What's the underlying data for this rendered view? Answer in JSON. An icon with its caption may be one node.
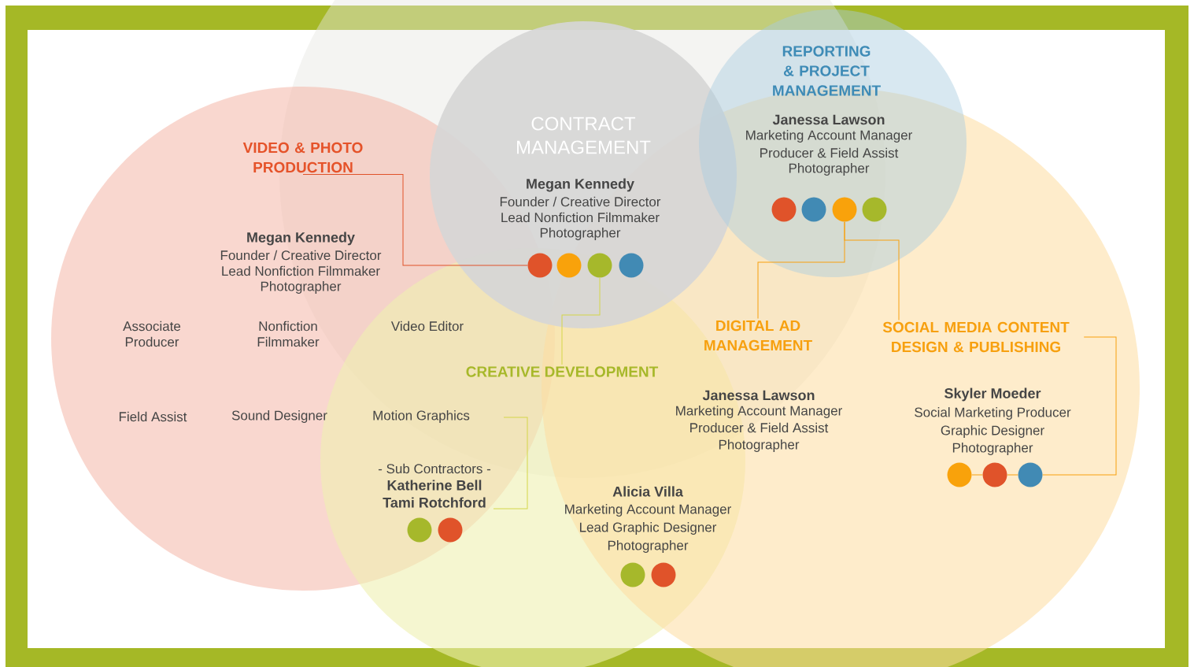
{
  "diagram": {
    "nodes": [
      {
        "text": [
          "REPORTING & PROJECT MANAGEMENT"
        ]
      },
      {
        "text": [
          "CONTRACT MANAGEMENT"
        ]
      },
      {
        "text": [
          "VIDEO & PHOTO PRODUCTION"
        ]
      },
      {
        "text": [],
        "shape": "circle"
      },
      {
        "text": [],
        "shape": "circle"
      },
      {
        "text": [],
        "shape": "circle"
      },
      {
        "text": [],
        "shape": "circle"
      },
      {
        "text": [],
        "shape": "circle"
      },
      {
        "text": [],
        "shape": "circle"
      },
      {
        "text": [],
        "shape": "circle"
      },
      {
        "text": [],
        "shape": "circle"
      },
      {
        "text": [
          "DIGITAL AD MANAGEMENT"
        ]
      },
      {
        "text": [
          "SOCIAL MEDIA CONTENT DESIGN & PUBLISHING"
        ]
      },
      {
        "text": [
          "CREATIVE DEVELOPMENT"
        ]
      },
      {
        "text": [],
        "shape": "circle"
      },
      {
        "text": [],
        "shape": "circle"
      },
      {
        "text": [],
        "shape": "circle"
      },
      {
        "text": [],
        "shape": "circle"
      },
      {
        "text": [],
        "shape": "circle"
      },
      {
        "text": [],
        "shape": "circle"
      },
      {
        "text": [],
        "shape": "circle"
      }
    ],
    "edges": [
      {
        "from": 7,
        "to": 2,
        "arrow": "none",
        "color": "#e0532a"
      },
      {
        "from": 9,
        "to": 13,
        "arrow": "none",
        "color": "#d4d64a"
      },
      {
        "from": 5,
        "to": 11,
        "arrow": "none"
      },
      {
        "from": 5,
        "to": 12,
        "arrow": "none"
      },
      {
        "from": 12,
        "to": 16,
        "arrow": "none"
      },
      {
        "from": 14,
        "to": 15,
        "arrow": "none"
      },
      {
        "from": 15,
        "to": 16,
        "arrow": "none"
      }
    ],
    "labels": [
      "Janessa Lawson",
      "Marketing Account Manager",
      "Producer & Field Assist",
      "Photographer",
      "Megan Kennedy",
      "Founder / Creative Director",
      "Lead Nonfiction Filmmaker",
      "Megan Kennedy",
      "Photographer",
      "Founder / Creative Director",
      "Lead Nonfiction Filmmaker",
      "Photographer",
      "Associate Producer",
      "Nonfiction Filmmaker",
      "Video Editor",
      "Janessa Lawson",
      "Marketing Account Manager",
      "Producer & Field Assist",
      "Photographer",
      "Skyler Moeder",
      "Social Marketing Producer",
      "Graphic Designer",
      "Photographer",
      "Field Assist",
      "Sound Designer",
      "Motion Graphics",
      "- Sub Contractors -",
      "Katherine Bell",
      "Tami Rotchford",
      "Alicia Villa",
      "Marketing Account Manager",
      "Lead Graphic Designer",
      "Photographer"
    ]
  }
}
